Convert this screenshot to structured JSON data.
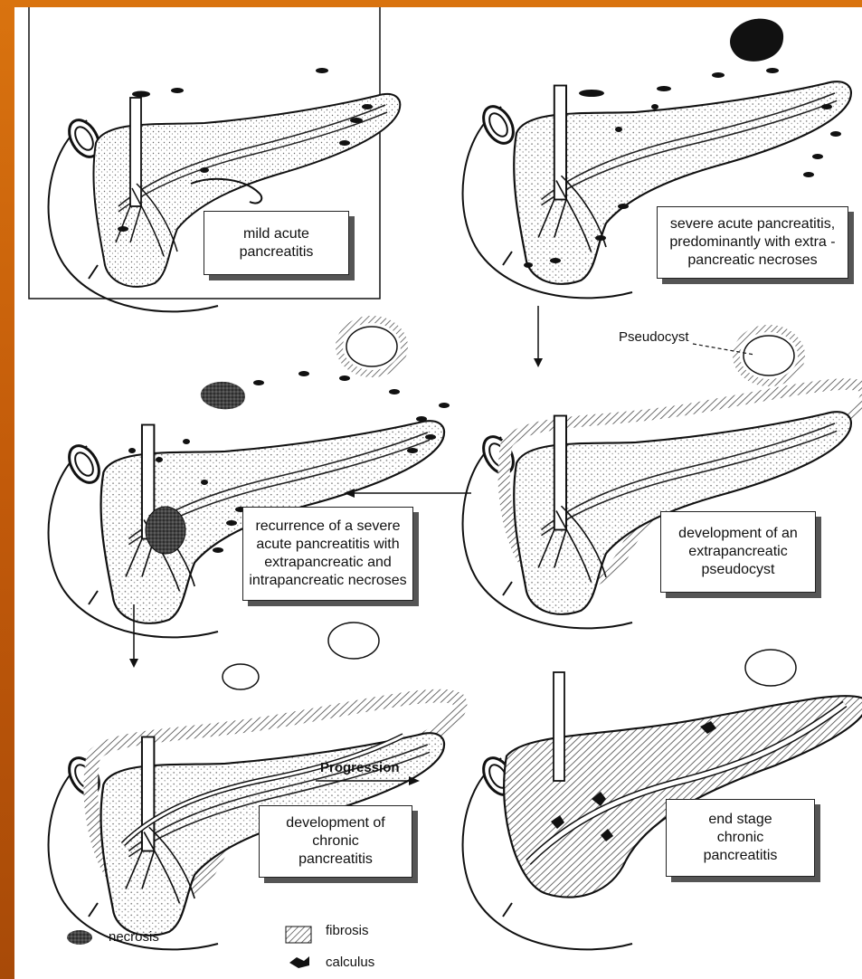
{
  "panels": {
    "mild": "mild acute\npancreatitis",
    "severe": "severe acute pancreatitis,\npredominantly with extra -\npancreatic necroses",
    "pseudocyst_dev": "development of an\nextrapancreatic\npseudocyst",
    "recurrence": "recurrence of a severe\nacute pancreatitis with\nextrapancreatic and\nintrapancreatic necroses",
    "chronic_dev": "development of\nchronic\npancreatitis",
    "end_stage": "end stage\nchronic\npancreatitis"
  },
  "annotations": {
    "pseudocyst": "Pseudocyst",
    "progression": "Progression"
  },
  "legend": {
    "necrosis": "necrosis",
    "fibrosis": "fibrosis",
    "calculus": "calculus"
  }
}
